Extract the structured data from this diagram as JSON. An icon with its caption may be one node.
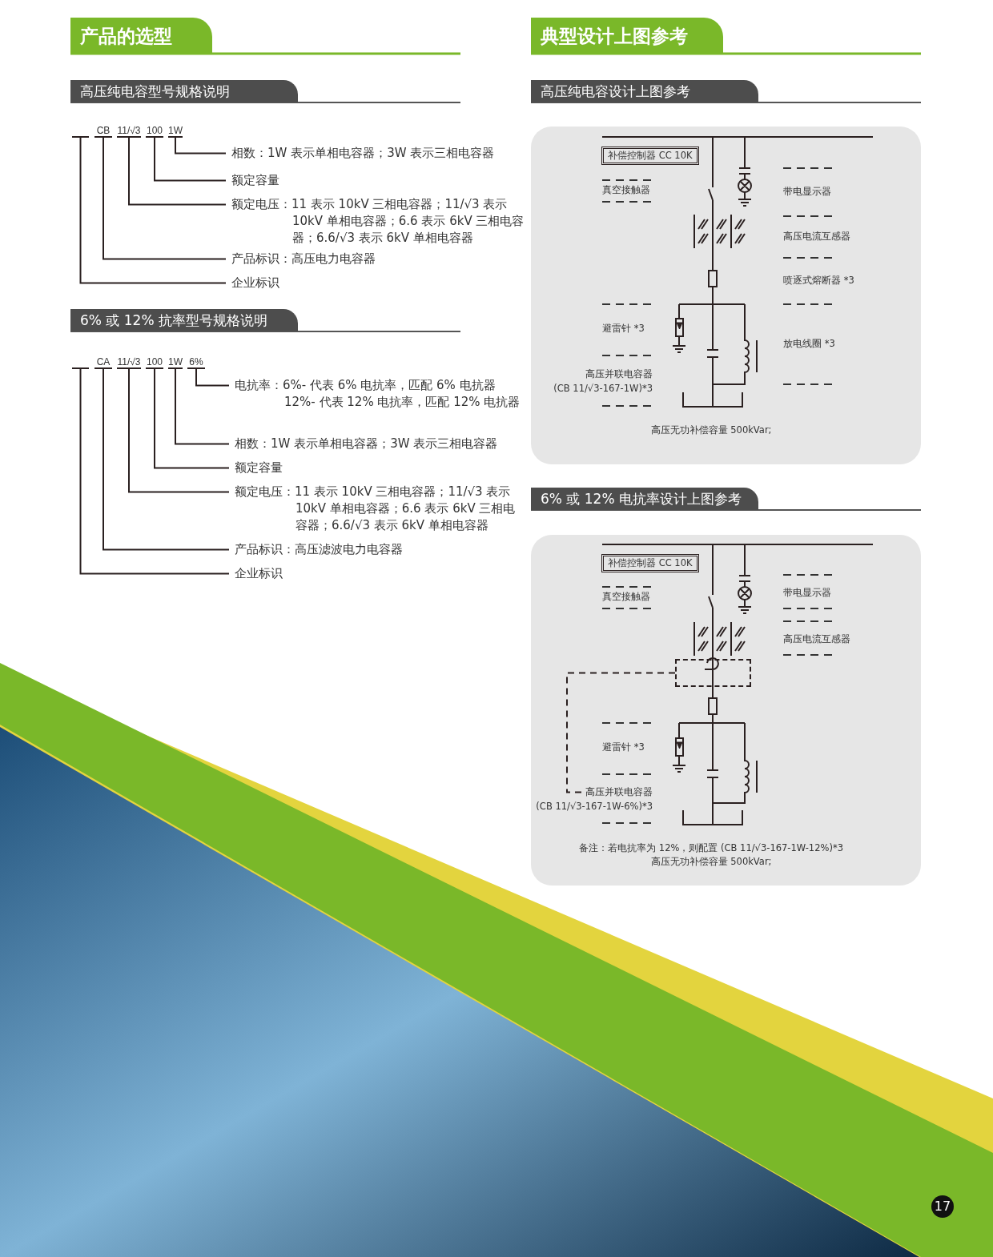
{
  "diagram": {
    "nodes": [
      {
        "text": [],
        "shape": "bar"
      },
      {
        "text": [
          "CB"
        ]
      },
      {
        "text": [
          "11/√3"
        ]
      },
      {
        "text": [
          "100"
        ]
      },
      {
        "text": [
          "1W"
        ]
      },
      {
        "text": [
          "相数：1W 表示单相电容器；3W 表示三相电容器"
        ]
      },
      {
        "text": [
          "额定容量"
        ]
      },
      {
        "text": [
          "额定电压：11 表示 10kV 三相电容器；11/√3 表示 10kV 单相电容器；6.6 表示 6kV 三相电容器；6.6/√3 表示 6kV 单相电容器"
        ]
      },
      {
        "text": [
          "产品标识：高压电力电容器"
        ]
      },
      {
        "text": [
          "企业标识"
        ]
      },
      {
        "text": [],
        "shape": "bar"
      },
      {
        "text": [
          "CA"
        ]
      },
      {
        "text": [
          "11/√3"
        ]
      },
      {
        "text": [
          "100"
        ]
      },
      {
        "text": [
          "1W"
        ]
      },
      {
        "text": [
          "6%"
        ]
      },
      {
        "text": [
          "电抗率：6%- 代表 6% 电抗率，匹配 6% 电抗器 12%- 代表 12% 电抗率，匹配 12% 电抗器"
        ]
      },
      {
        "text": [
          "相数：1W 表示单相电容器；3W 表示三相电容器"
        ]
      },
      {
        "text": [
          "额定容量"
        ]
      },
      {
        "text": [
          "额定电压：11 表示 10kV 三相电容器；11/√3 表示 10kV 单相电容器；6.6 表示 6kV 三相电容器；6.6/√3 表示 6kV 单相电容器"
        ]
      },
      {
        "text": [
          "产品标识：高压滤波电力电容器"
        ]
      },
      {
        "text": [
          "企业标识"
        ]
      },
      {
        "text": [
          "补偿控制器 CC 10K"
        ]
      },
      {
        "text": [
          "补偿控制器 CC 10K"
        ]
      },
      {
        "text": [],
        "shape": "box"
      },
      {
        "text": [
          "高压并联电容器"
        ]
      }
    ],
    "edges": [
      {
        "from": 9,
        "to": 0,
        "arrow": "none"
      },
      {
        "from": 8,
        "to": 1,
        "arrow": "none"
      },
      {
        "from": 7,
        "to": 2,
        "arrow": "none"
      },
      {
        "from": 6,
        "to": 3,
        "arrow": "none"
      },
      {
        "from": 5,
        "to": 4,
        "arrow": "none"
      },
      {
        "from": 21,
        "to": 10,
        "arrow": "none"
      },
      {
        "from": 20,
        "to": 11,
        "arrow": "none"
      },
      {
        "from": 19,
        "to": 12,
        "arrow": "none"
      },
      {
        "from": 18,
        "to": 13,
        "arrow": "none"
      },
      {
        "from": 17,
        "to": 14,
        "arrow": "none"
      },
      {
        "from": 16,
        "to": 15,
        "arrow": "none"
      },
      {
        "from": 24,
        "to": 25,
        "arrow": "none",
        "style": "dashed"
      }
    ],
    "labels": [
      "产品的选型",
      "高压纯电容型号规格说明",
      "6% 或 12% 抗率型号规格说明",
      "典型设计上图参考",
      "高压纯电容设计上图参考",
      "真空接触器",
      "带电显示器",
      "高压电流互感器",
      "喷逐式熔断器 *3",
      "避雷针 *3",
      "放电线圈 *3",
      "高压并联电容器",
      "(CB 11/√3-167-1W)*3",
      "高压无功补偿容量 500kVar;",
      "6% 或 12% 电抗率设计上图参考",
      "真空接触器",
      "带电显示器",
      "高压电流互感器",
      "避雷针 *3",
      "(CB 11/√3-167-1W-6%)*3",
      "备注：若电抗率为 12%，则配置 (CB 11/√3-167-1W-12%)*3",
      "高压无功补偿容量 500kVar;",
      "17"
    ]
  }
}
